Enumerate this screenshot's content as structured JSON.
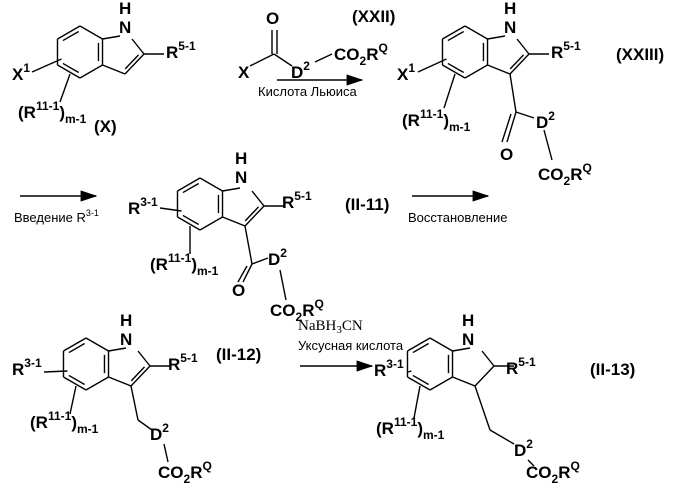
{
  "labels": {
    "H": "H",
    "N": "N",
    "R": "R",
    "X": "X",
    "O": "O",
    "D": "D",
    "CO": "CO",
    "open": "(",
    "close": ")",
    "sup_5_1": "5-1",
    "sup_3_1": "3-1",
    "sup_11_1": "11-1",
    "sub_m_1": "m-1",
    "sup_1": "1",
    "sup_2": "2",
    "sub_2": "2",
    "sup_Q": "Q"
  },
  "compounds": {
    "X": "(X)",
    "XXII": "(XXII)",
    "XXIII": "(XXIII)",
    "II_11": "(II-11)",
    "II_12": "(II-12)",
    "II_13": "(II-13)"
  },
  "reagents": {
    "lewis_acid": "Кислота Льюиса",
    "introduction": "Введение R",
    "introduction_sup": "3-1",
    "reduction": "Восстановление",
    "nabh3cn_a": "NaBH",
    "nabh3cn_sub": "3",
    "nabh3cn_b": "CN",
    "acetic_acid": "Уксусная кислота"
  }
}
